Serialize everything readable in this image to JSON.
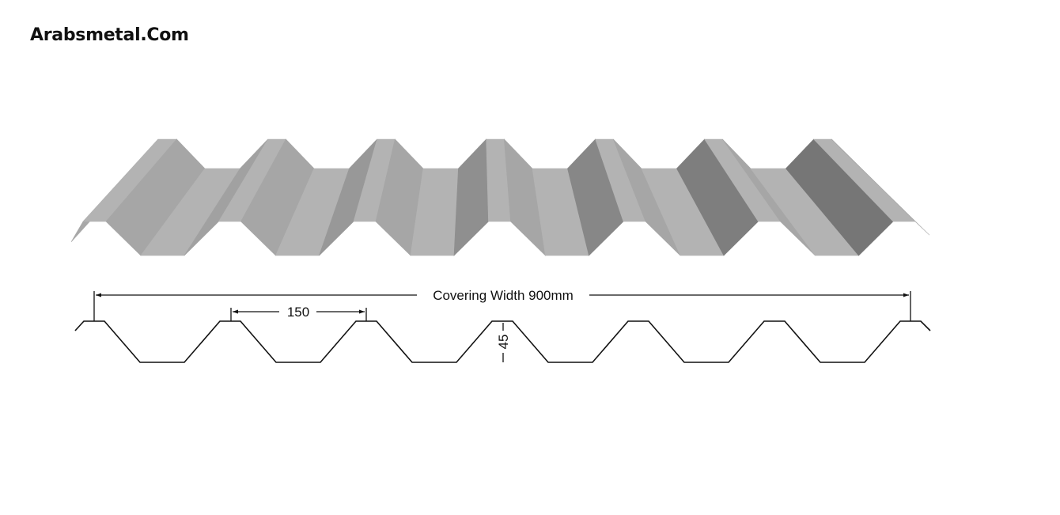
{
  "brand": {
    "name": "Arabsmetal.Com"
  },
  "diagram": {
    "title": "Trapezoidal roofing sheet profile",
    "covering_width_label": "Covering Width 900mm",
    "pitch_label": "150",
    "height_label": "45",
    "ribs": 7,
    "colors": {
      "line": "#111111",
      "sheet_light": "#b3b3b3",
      "sheet_mid": "#a6a6a6",
      "sheet_dark": "#6e6e6e"
    }
  }
}
